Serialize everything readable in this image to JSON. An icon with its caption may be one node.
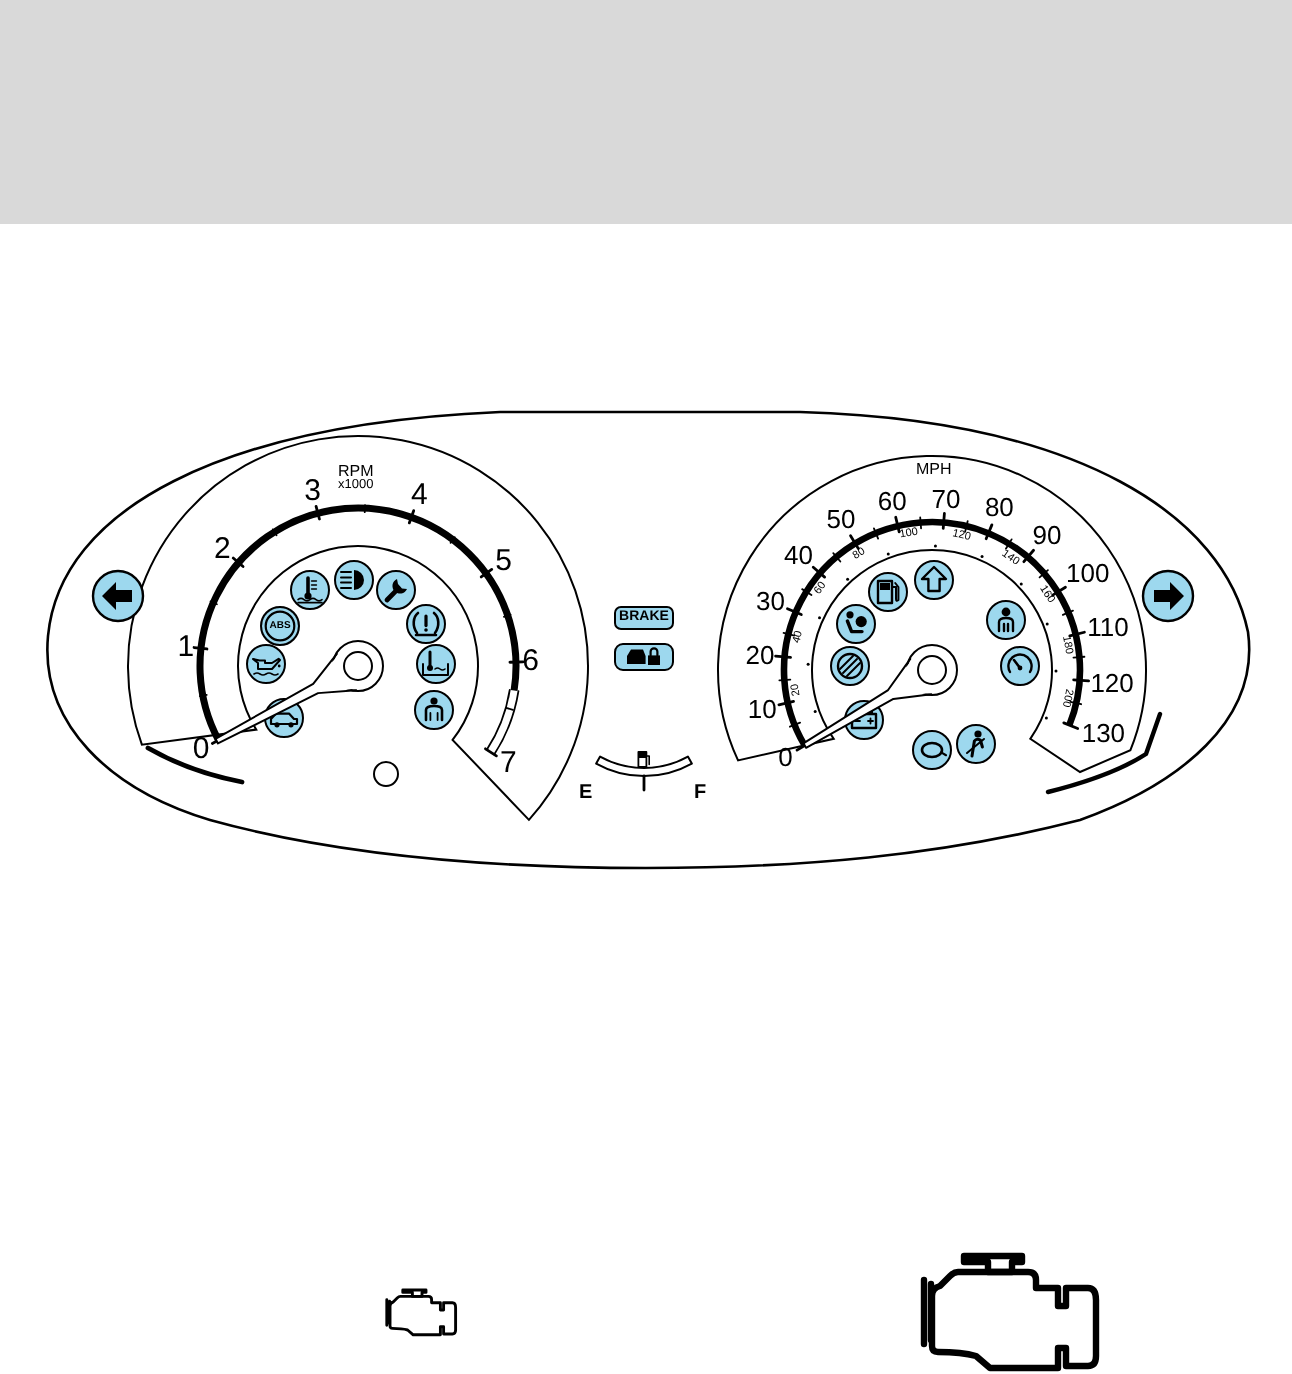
{
  "diagram": {
    "labels": [
      "RPM",
      "x1000",
      "0",
      "1",
      "2",
      "3",
      "4",
      "5",
      "6",
      "7",
      "ABS",
      "BRAKE",
      "E",
      "F",
      "MPH",
      "0",
      "10",
      "20",
      "30",
      "40",
      "50",
      "60",
      "70",
      "80",
      "90",
      "100",
      "110",
      "120",
      "130",
      "20",
      "40",
      "60",
      "80",
      "100",
      "120",
      "140",
      "160",
      "180",
      "200"
    ]
  }
}
